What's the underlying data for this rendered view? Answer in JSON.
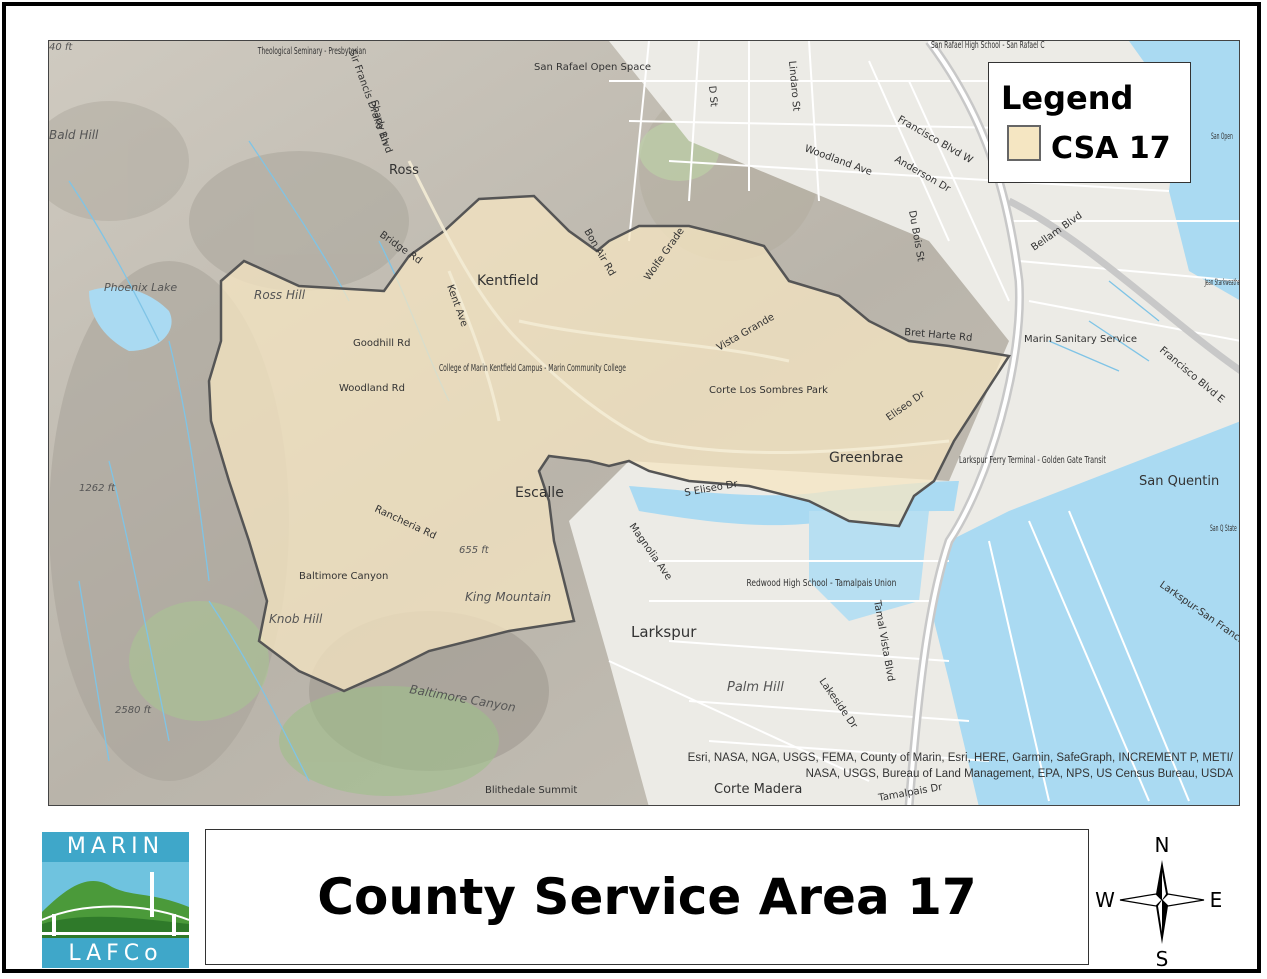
{
  "title": "County Service Area 17",
  "legend": {
    "title": "Legend",
    "item_label": "CSA 17",
    "item_fill": "#f5e6c2"
  },
  "attribution": {
    "line1": "Esri, NASA, NGA, USGS, FEMA, County of Marin, Esri, HERE, Garmin, SafeGraph, INCREMENT P, METI/",
    "line2": "NASA, USGS, Bureau of Land Management, EPA, NPS, US Census Bureau, USDA"
  },
  "logo": {
    "top_text": "MARIN",
    "bottom_text": "LAFCo"
  },
  "compass": {
    "n": "N",
    "s": "S",
    "e": "E",
    "w": "W"
  },
  "map_labels": {
    "ross": "Ross",
    "kentfield": "Kentfield",
    "greenbrae": "Greenbrae",
    "escalle": "Escalle",
    "larkspur": "Larkspur",
    "corte_madera": "Corte Madera",
    "san_quentin": "San Quentin",
    "phoenix_lake": "Phoenix Lake",
    "bald_hill": "Bald Hill",
    "ross_hill": "Ross Hill",
    "knob_hill": "Knob Hill",
    "king_mountain": "King Mountain",
    "palm_hill": "Palm Hill",
    "baltimore_canyon_road": "Baltimore Canyon",
    "baltimore_canyon_place": "Baltimore Canyon",
    "college": "College of Marin Kentfield Campus - Marin Community College",
    "corte_los_sombres": "Corte Los Sombres Park",
    "redwood_high": "Redwood High School - Tamalpais Union",
    "larkspur_ferry": "Larkspur Ferry Terminal - Golden Gate Transit",
    "marin_sanitary": "Marin Sanitary Service",
    "theological": "Theological Seminary - Presbyterian",
    "san_rafael_open": "San Rafael Open Space",
    "san_rafael_high": "San Rafael High School - San Rafael C",
    "blithedale": "Blithedale Summit",
    "elev_1262": "1262 ft",
    "elev_2580": "2580 ft",
    "elev_655": "655 ft",
    "elev_40": "40 ft",
    "goodhill_rd": "Goodhill Rd",
    "woodland_rd": "Woodland Rd",
    "rancheria_rd": "Rancheria Rd",
    "kent_ave": "Kent Ave",
    "bridge_rd": "Bridge Rd",
    "vista_grande": "Vista Grande",
    "s_eliseo_dr": "S Eliseo Dr",
    "eliseo_dr": "Eliseo Dr",
    "bon_air": "Bon Air Rd",
    "magnolia_ave": "Magnolia Ave",
    "tamal_vista": "Tamal Vista Blvd",
    "lakeside_dr": "Lakeside Dr",
    "francisco_blvd": "Francisco Blvd W",
    "anderson_dr": "Anderson Dr",
    "bellam_blvd": "Bellam Blvd",
    "francisco_blvd_e": "Francisco Blvd E",
    "larkspur_ferry_route": "Larkspur-San Francisco",
    "sir_francis_drake": "Sir Francis Drake Blvd",
    "shady_ln": "Shady Ln",
    "woodland_ave": "Woodland Ave",
    "lindaro": "Lindaro St",
    "d_st": "D St",
    "du_bois": "Du Bois St",
    "bret_harte": "Bret Harte Rd",
    "wolfe_grade": "Wolfe Grade",
    "jean_starkweather": "Jean Starkweather Shoreline",
    "san_q_state": "San Q State",
    "san_open": "San Open",
    "tamalpais": "Tamalpais Dr"
  }
}
